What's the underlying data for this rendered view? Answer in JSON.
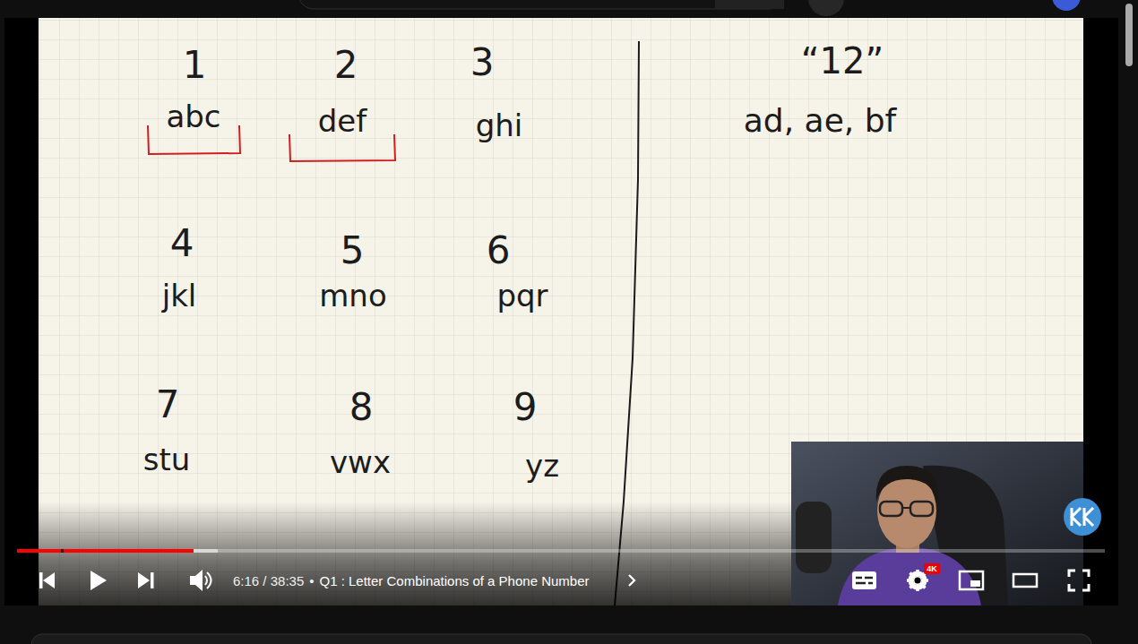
{
  "diagram": {
    "labels": [
      "1",
      "2",
      "3",
      "abc",
      "def",
      "ghi",
      "4",
      "5",
      "6",
      "jkl",
      "mno",
      "pqr",
      "7",
      "8",
      "9",
      "stu",
      "vwx",
      "yz",
      "“12”",
      "ad, ae, bf",
      "6:16 / 38:35",
      "•",
      "Q1 : Letter Combinations of a Phone Number",
      "4K"
    ]
  }
}
